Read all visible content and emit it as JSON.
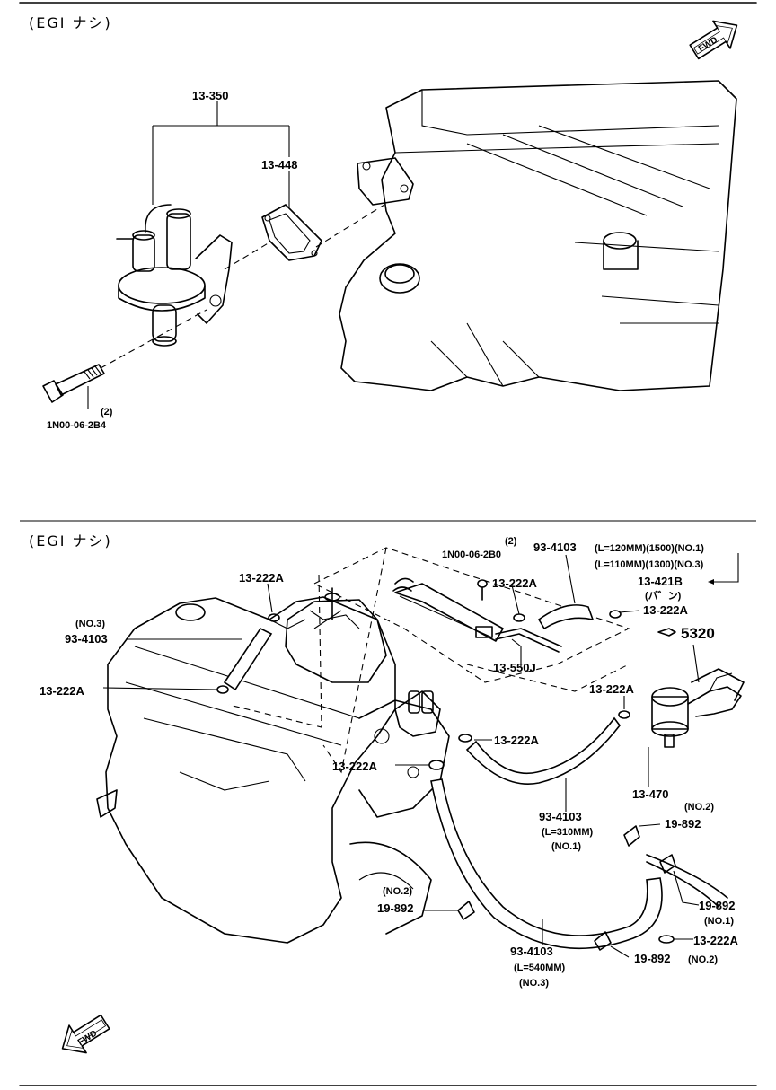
{
  "sections": [
    {
      "title": "(EGI ナシ)"
    },
    {
      "title": "(EGI ナシ)"
    }
  ],
  "fwd_label": "FWD",
  "arrow_icon": "pointing-hand-icon",
  "upper_labels": {
    "fuel_pump": "13-350",
    "gasket": "13-448",
    "bolt_qty": "(2)",
    "bolt": "1N00-06-2B4"
  },
  "lower_labels": {
    "clip_a1": "13-222A",
    "hose_no3_tag": "(NO.3)",
    "hose_no3_part": "93-4103",
    "clip_a2": "13-222A",
    "bolt2_qty": "(2)",
    "bolt2": "1N00-06-2B0",
    "clip_a3": "13-222A",
    "bracket": "13-550J",
    "hose_top_part": "93-4103",
    "hose_top_spec1": "(L=120MM)(1500)(NO.1)",
    "hose_top_spec2": "(L=110MM)(1300)(NO.3)",
    "hose_set": "13-421B",
    "hose_set_note": "(パ゛ン)",
    "clip_a4": "13-222A",
    "ref_number": "5320",
    "clip_a5": "13-222A",
    "clip_a6": "13-222A",
    "clip_a7": "13-222A",
    "filter": "13-470",
    "hose_mid_part": "93-4103",
    "hose_mid_len": "(L=310MM)",
    "hose_mid_no": "(NO.1)",
    "clamp1_no": "(NO.2)",
    "clamp1": "19-892",
    "clamp2_no": "(NO.2)",
    "clamp2": "19-892",
    "clamp3": "19-892",
    "clamp3_no": "(NO.1)",
    "clip_a8": "13-222A",
    "hose_low_part": "93-4103",
    "hose_low_len": "(L=540MM)",
    "hose_low_no": "(NO.3)",
    "clamp4": "19-892",
    "clamp4_no": "(NO.2)"
  }
}
